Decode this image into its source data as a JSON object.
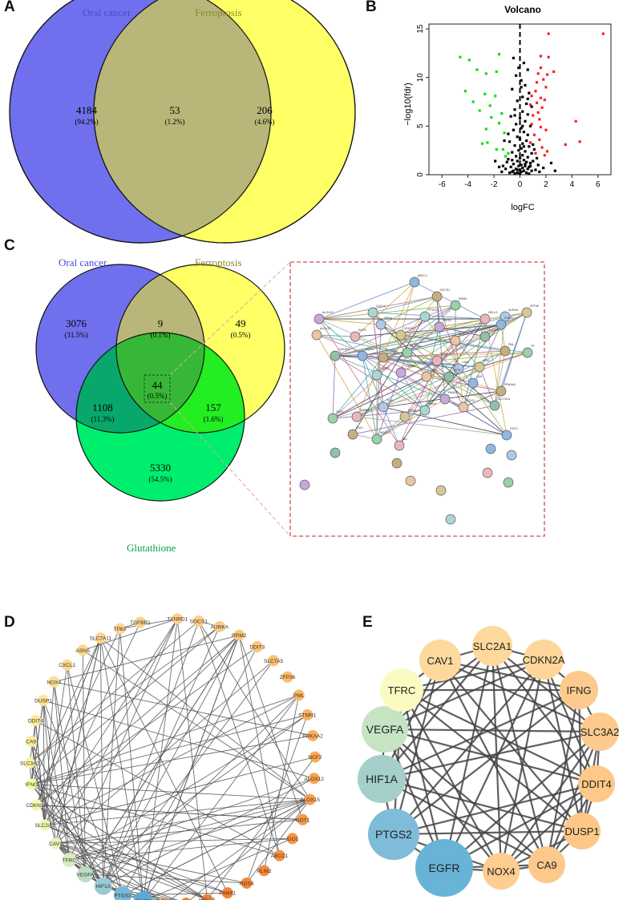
{
  "panel_labels": {
    "a": "A",
    "b": "B",
    "c": "C",
    "d": "D",
    "e": "E"
  },
  "venn2": {
    "set1": {
      "name": "Oral cancer",
      "color": "#7070ee"
    },
    "set2": {
      "name": "Ferroptosis",
      "color": "#ffff66"
    },
    "overlap_color": "#b8b679",
    "regions": [
      {
        "id": "only1",
        "count": "4184",
        "percent": "(94.2%)"
      },
      {
        "id": "both",
        "count": "53",
        "percent": "(1.2%)"
      },
      {
        "id": "only2",
        "count": "206",
        "percent": "(4.6%)"
      }
    ]
  },
  "venn3": {
    "set1": {
      "name": "Oral cancer",
      "color": "#7070ee"
    },
    "set2": {
      "name": "Ferroptosis",
      "color": "#ffff66"
    },
    "set3": {
      "name": "Glutathione",
      "color": "#00ee6e"
    },
    "regions": [
      {
        "id": "only1",
        "count": "3076",
        "percent": "(31.5%)"
      },
      {
        "id": "s12",
        "count": "9",
        "percent": "(0.1%)"
      },
      {
        "id": "only2",
        "count": "49",
        "percent": "(0.5%)"
      },
      {
        "id": "all",
        "count": "44",
        "percent": "(0.5%)"
      },
      {
        "id": "s13",
        "count": "1108",
        "percent": "(11.3%)"
      },
      {
        "id": "s23",
        "count": "157",
        "percent": "(1.6%)"
      },
      {
        "id": "only3",
        "count": "5330",
        "percent": "(54.5%)"
      }
    ]
  },
  "ppi_nodes": [
    "ABCC1",
    "SOCS1",
    "RRM2",
    "HELLS",
    "AURKA",
    "ZFP36",
    "CXCL1",
    "ALOX15",
    "ALOX12",
    "SLC7A5",
    "STMN1",
    "PML",
    "TP",
    "EGFR",
    "HIF1A",
    "VEGFA",
    "PTGS2",
    "DDIT4",
    "ASNS",
    "CDKN2A",
    "NOX4",
    "SLC2A1",
    "SLC3A2",
    "TFRC",
    "CAV1",
    "IFNG",
    "DUSP1",
    "TXNRD1",
    "GOT1",
    "DDIT3",
    "CA9",
    "PRKAA2",
    "NCF2",
    "TGFBR1",
    "TP63",
    "RGS4",
    "PLIN2",
    "PANX1",
    "CDO1",
    "SLC7A11",
    "GGT1",
    "IDO1",
    "MGST1",
    "BID"
  ],
  "chart_data": {
    "type": "scatter",
    "title": "Volcano",
    "xlabel": "logFC",
    "ylabel": "−log10(fdr)",
    "xlim": [
      -7,
      7
    ],
    "ylim": [
      0,
      15.5
    ],
    "xticks": [
      -6,
      -4,
      -2,
      0,
      2,
      4,
      6
    ],
    "yticks": [
      0,
      5,
      10,
      15
    ],
    "threshold_x": 0,
    "series": [
      {
        "color": "#ff2020",
        "points": [
          [
            6.4,
            14.5
          ],
          [
            2.2,
            14.5
          ],
          [
            1.6,
            12.2
          ],
          [
            2.2,
            12.1
          ],
          [
            1.6,
            11.0
          ],
          [
            2.6,
            10.6
          ],
          [
            2.1,
            10.3
          ],
          [
            1.4,
            10.4
          ],
          [
            1.8,
            9.8
          ],
          [
            1.3,
            9.5
          ],
          [
            2.0,
            9.0
          ],
          [
            1.2,
            8.6
          ],
          [
            0.9,
            8.1
          ],
          [
            1.6,
            7.9
          ],
          [
            1.9,
            7.7
          ],
          [
            0.8,
            7.2
          ],
          [
            1.3,
            7.4
          ],
          [
            1.7,
            6.9
          ],
          [
            1.4,
            6.4
          ],
          [
            1.0,
            6.1
          ],
          [
            1.5,
            5.7
          ],
          [
            4.3,
            5.5
          ],
          [
            0.9,
            5.2
          ],
          [
            1.6,
            4.9
          ],
          [
            2.0,
            4.6
          ],
          [
            1.1,
            4.1
          ],
          [
            4.6,
            3.4
          ],
          [
            3.5,
            3.1
          ],
          [
            1.5,
            3.6
          ],
          [
            2.1,
            2.4
          ],
          [
            0.8,
            3.3
          ],
          [
            1.7,
            2.8
          ],
          [
            1.2,
            2.2
          ],
          [
            1.9,
            2.0
          ]
        ]
      },
      {
        "color": "#10dd10",
        "points": [
          [
            -4.6,
            12.1
          ],
          [
            -3.9,
            11.8
          ],
          [
            -1.6,
            12.4
          ],
          [
            -3.3,
            10.8
          ],
          [
            -2.6,
            10.4
          ],
          [
            -1.8,
            10.6
          ],
          [
            -4.2,
            8.6
          ],
          [
            -2.7,
            8.3
          ],
          [
            -1.9,
            8.1
          ],
          [
            -3.6,
            7.5
          ],
          [
            -2.3,
            7.1
          ],
          [
            -1.4,
            6.3
          ],
          [
            -3.1,
            6.6
          ],
          [
            -2.2,
            5.9
          ],
          [
            -1.6,
            5.3
          ],
          [
            -2.6,
            4.7
          ],
          [
            -1.2,
            4.3
          ],
          [
            -2.5,
            3.3
          ],
          [
            -2.9,
            3.2
          ],
          [
            -1.3,
            2.6
          ],
          [
            -0.9,
            2.2
          ],
          [
            -1.8,
            2.6
          ],
          [
            -1.1,
            1.9
          ]
        ]
      },
      {
        "color": "#000000",
        "points": [
          [
            -0.5,
            12.0
          ],
          [
            0.3,
            11.5
          ],
          [
            0.6,
            10.8
          ],
          [
            -0.3,
            10.2
          ],
          [
            0.1,
            9.7
          ],
          [
            0.4,
            9.2
          ],
          [
            -0.6,
            8.8
          ],
          [
            0.7,
            8.4
          ],
          [
            0.2,
            8.0
          ],
          [
            -0.2,
            7.6
          ],
          [
            0.5,
            7.3
          ],
          [
            0.9,
            7.0
          ],
          [
            -0.4,
            6.7
          ],
          [
            0.2,
            6.5
          ],
          [
            0.6,
            6.2
          ],
          [
            -0.7,
            6.0
          ],
          [
            0.0,
            5.8
          ],
          [
            0.4,
            5.5
          ],
          [
            -0.3,
            5.2
          ],
          [
            0.8,
            5.0
          ],
          [
            0.1,
            4.8
          ],
          [
            -0.5,
            4.6
          ],
          [
            0.3,
            4.4
          ],
          [
            0.6,
            4.1
          ],
          [
            -0.2,
            3.9
          ],
          [
            0.0,
            3.7
          ],
          [
            0.5,
            3.5
          ],
          [
            -0.8,
            3.4
          ],
          [
            0.2,
            3.2
          ],
          [
            -0.4,
            3.0
          ],
          [
            0.7,
            2.9
          ],
          [
            0.1,
            2.7
          ],
          [
            -0.1,
            2.5
          ],
          [
            0.4,
            2.4
          ],
          [
            -0.6,
            2.3
          ],
          [
            0.9,
            2.2
          ],
          [
            0.2,
            2.0
          ],
          [
            -0.3,
            1.9
          ],
          [
            0.6,
            1.8
          ],
          [
            0.0,
            1.7
          ],
          [
            -0.9,
            1.6
          ],
          [
            0.3,
            1.5
          ],
          [
            -0.2,
            1.4
          ],
          [
            0.5,
            1.3
          ],
          [
            0.8,
            1.2
          ],
          [
            -0.5,
            1.1
          ],
          [
            0.1,
            1.0
          ],
          [
            -0.1,
            0.9
          ],
          [
            0.4,
            0.9
          ],
          [
            -0.7,
            0.8
          ],
          [
            0.2,
            0.7
          ],
          [
            0.6,
            0.6
          ],
          [
            -0.3,
            0.6
          ],
          [
            0.0,
            0.5
          ],
          [
            0.3,
            0.4
          ],
          [
            -0.5,
            0.4
          ],
          [
            0.9,
            0.4
          ],
          [
            -1.1,
            0.6
          ],
          [
            1.2,
            0.5
          ],
          [
            0.1,
            0.3
          ],
          [
            -0.2,
            0.2
          ],
          [
            0.5,
            0.2
          ],
          [
            -0.8,
            0.2
          ],
          [
            0.7,
            0.1
          ],
          [
            0.0,
            0.1
          ],
          [
            -0.4,
            0.1
          ],
          [
            1.5,
            0.3
          ],
          [
            -1.4,
            0.3
          ],
          [
            2.7,
            0.4
          ],
          [
            1.0,
            1.4
          ],
          [
            -1.0,
            1.3
          ],
          [
            1.1,
            2.6
          ],
          [
            -1.2,
            3.5
          ],
          [
            1.3,
            1.7
          ],
          [
            0.7,
            0.8
          ],
          [
            -0.6,
            1.5
          ],
          [
            0.3,
            2.9
          ],
          [
            -0.9,
            4.2
          ],
          [
            1.0,
            3.1
          ],
          [
            0.2,
            5.0
          ],
          [
            -0.4,
            6.1
          ],
          [
            0.6,
            7.8
          ],
          [
            0.1,
            9.0
          ],
          [
            -0.1,
            11.0
          ],
          [
            -0.2,
            0.5
          ],
          [
            0.4,
            1.1
          ],
          [
            -0.6,
            0.3
          ],
          [
            0.8,
            0.9
          ],
          [
            1.4,
            1.0
          ],
          [
            -1.3,
            0.9
          ],
          [
            2.4,
            1.2
          ],
          [
            -1.9,
            1.4
          ],
          [
            1.8,
            0.7
          ],
          [
            -1.6,
            0.8
          ]
        ]
      }
    ]
  },
  "circle_network": {
    "nodes": [
      {
        "label": "TXNRD1",
        "color": "#fdd18c"
      },
      {
        "label": "SOCS1",
        "color": "#fdcf87"
      },
      {
        "label": "AURKA",
        "color": "#fdcb82"
      },
      {
        "label": "RRM2",
        "color": "#fdc87c"
      },
      {
        "label": "DDIT3",
        "color": "#fdc476"
      },
      {
        "label": "SLC7A5",
        "color": "#fdc070"
      },
      {
        "label": "ZFP36",
        "color": "#fdbc6a"
      },
      {
        "label": "PML",
        "color": "#fdb865"
      },
      {
        "label": "STMN1",
        "color": "#fcb35f"
      },
      {
        "label": "PRKAA2",
        "color": "#fcae59"
      },
      {
        "label": "NCF2",
        "color": "#fca954"
      },
      {
        "label": "ALOX12",
        "color": "#fba44f"
      },
      {
        "label": "ALOX15",
        "color": "#fb9f4a"
      },
      {
        "label": "GOT1",
        "color": "#fa9a46"
      },
      {
        "label": "IDO1",
        "color": "#f99542"
      },
      {
        "label": "ABCC1",
        "color": "#f8903e"
      },
      {
        "label": "PLIN2",
        "color": "#f78b3a"
      },
      {
        "label": "RGS4",
        "color": "#f68737"
      },
      {
        "label": "PANX1",
        "color": "#f58334"
      },
      {
        "label": "HELLS",
        "color": "#f48032"
      },
      {
        "label": "CDO1",
        "color": "#f37d30"
      },
      {
        "label": "TP",
        "color": "#f27b2e"
      },
      {
        "label": "EGFR",
        "color": "#5aaad6"
      },
      {
        "label": "PTGS2",
        "color": "#79b8d8"
      },
      {
        "label": "HIF1A",
        "color": "#9ac9d4"
      },
      {
        "label": "VEGFA",
        "color": "#bcdcc4"
      },
      {
        "label": "TFRC",
        "color": "#d8ecc0"
      },
      {
        "label": "CAV1",
        "color": "#e8f3b8"
      },
      {
        "label": "SLC2A1",
        "color": "#eef6b2"
      },
      {
        "label": "CDKN2A",
        "color": "#f5f8ae"
      },
      {
        "label": "IFNG",
        "color": "#fbf7a8"
      },
      {
        "label": "SLC3A2",
        "color": "#fdf2a2"
      },
      {
        "label": "CA9",
        "color": "#fded9c"
      },
      {
        "label": "DDIT4",
        "color": "#fde897"
      },
      {
        "label": "DUSP1",
        "color": "#fde393"
      },
      {
        "label": "NOX4",
        "color": "#fdde8f"
      },
      {
        "label": "CXCL1",
        "color": "#fdda8d"
      },
      {
        "label": "ASNS",
        "color": "#fdd68c"
      },
      {
        "label": "SLC7A11",
        "color": "#fdd48c"
      },
      {
        "label": "TP63",
        "color": "#fdd38c"
      },
      {
        "label": "TGFBR1",
        "color": "#fdd28c"
      }
    ]
  },
  "hub_network": {
    "nodes": [
      {
        "label": "EGFR",
        "color": "#67b4d6"
      },
      {
        "label": "PTGS2",
        "color": "#7ebcd9"
      },
      {
        "label": "HIF1A",
        "color": "#a4cfca"
      },
      {
        "label": "VEGFA",
        "color": "#c6e3c4"
      },
      {
        "label": "TFRC",
        "color": "#fbfbc1"
      },
      {
        "label": "CAV1",
        "color": "#fed99d"
      },
      {
        "label": "SLC2A1",
        "color": "#fed99b"
      },
      {
        "label": "CDKN2A",
        "color": "#fed699"
      },
      {
        "label": "IFNG",
        "color": "#fdca8d"
      },
      {
        "label": "SLC3A2",
        "color": "#fdca8d"
      },
      {
        "label": "DDIT4",
        "color": "#fdc888"
      },
      {
        "label": "DUSP1",
        "color": "#fdc887"
      },
      {
        "label": "CA9",
        "color": "#fdc98b"
      },
      {
        "label": "NOX4",
        "color": "#fdcd91"
      }
    ]
  }
}
